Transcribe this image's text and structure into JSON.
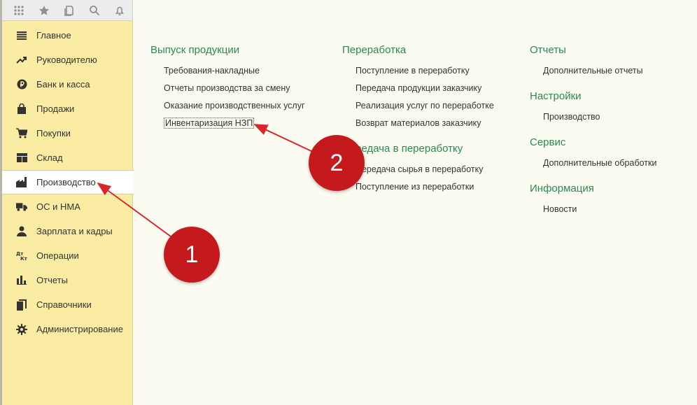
{
  "toolbar": {
    "buttons": [
      {
        "icon": "apps-grid-icon"
      },
      {
        "icon": "star-icon"
      },
      {
        "icon": "history-icon"
      },
      {
        "icon": "search-icon"
      },
      {
        "icon": "bell-icon"
      }
    ]
  },
  "sidebar": {
    "items": [
      {
        "label": "Главное",
        "icon": "menu-lines-icon"
      },
      {
        "label": "Руководителю",
        "icon": "trend-up-icon"
      },
      {
        "label": "Банк и касса",
        "icon": "ruble-coin-icon"
      },
      {
        "label": "Продажи",
        "icon": "shopping-bag-icon"
      },
      {
        "label": "Покупки",
        "icon": "cart-icon"
      },
      {
        "label": "Склад",
        "icon": "warehouse-grid-icon"
      },
      {
        "label": "Производство",
        "icon": "factory-icon",
        "active": true
      },
      {
        "label": "ОС и НМА",
        "icon": "truck-icon"
      },
      {
        "label": "Зарплата и кадры",
        "icon": "person-icon"
      },
      {
        "label": "Операции",
        "icon": "dt-kt-icon"
      },
      {
        "label": "Отчеты",
        "icon": "bar-chart-icon"
      },
      {
        "label": "Справочники",
        "icon": "books-icon"
      },
      {
        "label": "Администрирование",
        "icon": "gear-icon"
      }
    ],
    "dtkt_glyph": {
      "dt": "Дт",
      "kt": "Кт"
    }
  },
  "main": {
    "columns": [
      {
        "sections": [
          {
            "title": "Выпуск продукции",
            "links": [
              "Требования-накладные",
              "Отчеты производства за смену",
              "Оказание производственных услуг",
              "Инвентаризация НЗП"
            ]
          }
        ]
      },
      {
        "sections": [
          {
            "title": "Переработка",
            "links": [
              "Поступление в переработку",
              "Передача продукции заказчику",
              "Реализация услуг по переработке",
              "Возврат материалов заказчику"
            ]
          },
          {
            "title": "Передача в переработку",
            "links": [
              "Передача сырья в переработку",
              "Поступление из переработки"
            ]
          }
        ]
      },
      {
        "sections": [
          {
            "title": "Отчеты",
            "links": [
              "Дополнительные отчеты"
            ]
          },
          {
            "title": "Настройки",
            "links": [
              "Производство"
            ]
          },
          {
            "title": "Сервис",
            "links": [
              "Дополнительные обработки"
            ]
          },
          {
            "title": "Информация",
            "links": [
              "Новости"
            ]
          }
        ]
      }
    ]
  },
  "annotations": {
    "badge_1": "1",
    "badge_2": "2",
    "color": "#c41a1d"
  }
}
